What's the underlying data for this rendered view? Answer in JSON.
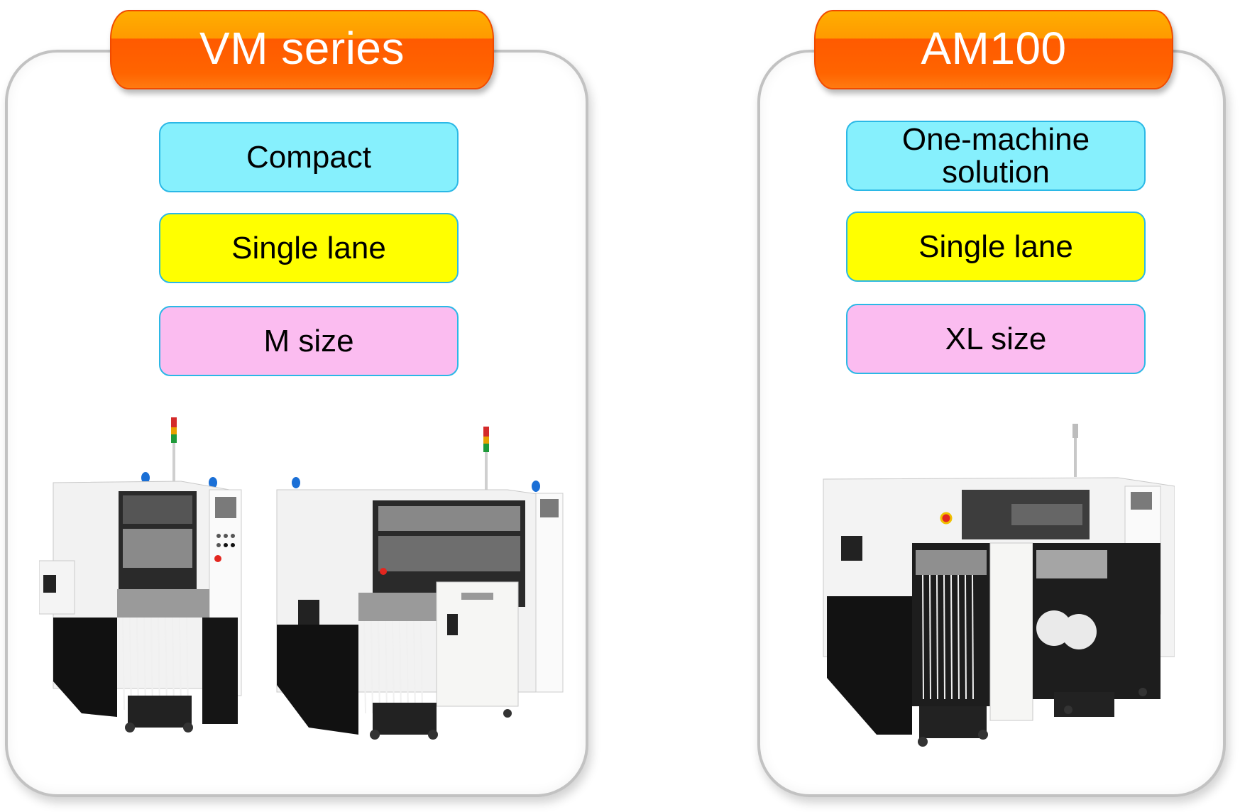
{
  "colors": {
    "header_orange": "#ff6400",
    "header_orange_top": "#ffae00",
    "panel_border": "#c2c2c2",
    "badge_border": "#2bb8e6",
    "badge_cyan": "#86f0fd",
    "badge_yellow": "#ffff00",
    "badge_pink": "#fbbcf0"
  },
  "panels": [
    {
      "title": "VM series",
      "badges": [
        {
          "label": "Compact",
          "color": "#86f0fd"
        },
        {
          "label": "Single lane",
          "color": "#ffff00"
        },
        {
          "label": "M size",
          "color": "#fbbcf0"
        }
      ],
      "images": [
        "pick-and-place-machine-vm-compact",
        "pick-and-place-machine-vm-with-tray-feeder"
      ]
    },
    {
      "title": "AM100",
      "badges": [
        {
          "label": "One-machine solution",
          "line1": "One-machine",
          "line2": "solution",
          "color": "#86f0fd"
        },
        {
          "label": "Single lane",
          "color": "#ffff00"
        },
        {
          "label": "XL size",
          "color": "#fbbcf0"
        }
      ],
      "images": [
        "pick-and-place-machine-am100"
      ]
    }
  ]
}
